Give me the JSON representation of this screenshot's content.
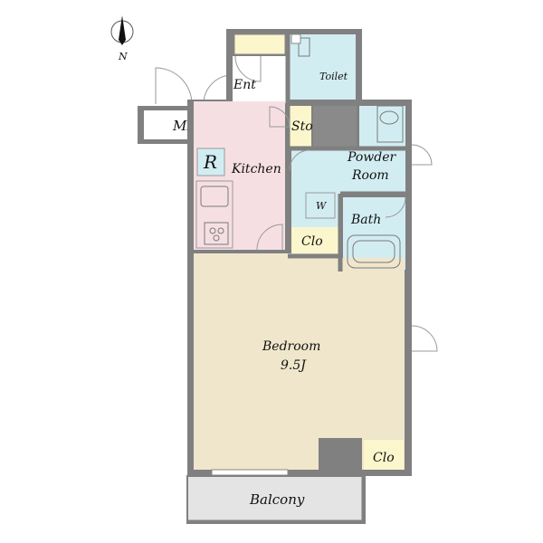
{
  "compass": {
    "label": "N"
  },
  "rooms": {
    "entrance": {
      "label": "Ent"
    },
    "toilet": {
      "label": "Toilet"
    },
    "meter_box": {
      "label": "MB"
    },
    "storage": {
      "label": "Sto"
    },
    "refrigerator": {
      "label": "R"
    },
    "kitchen": {
      "label": "Kitchen"
    },
    "powder_room": {
      "line1": "Powder",
      "line2": "Room"
    },
    "washer": {
      "label": "W"
    },
    "bath": {
      "label": "Bath"
    },
    "closet_1": {
      "label": "Clo"
    },
    "bedroom": {
      "line1": "Bedroom",
      "line2": "9.5J"
    },
    "closet_2": {
      "label": "Clo"
    },
    "balcony": {
      "label": "Balcony"
    }
  },
  "colors": {
    "wall": "#808080",
    "kitchen": "#f6dfe3",
    "wet_area": "#d2edf2",
    "bedroom": "#efe6cc",
    "closet": "#fbf6cc",
    "balcony": "#e4e4e4"
  }
}
